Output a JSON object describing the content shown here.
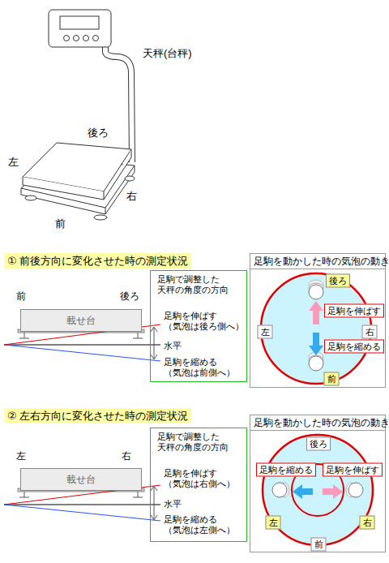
{
  "diagram": {
    "nodes": [
      {
        "text": [
          "① 前後方向に変化させた時の測定状況"
        ]
      },
      {
        "text": [
          "載せ台"
        ]
      },
      {
        "text": [
          "足駒で調整した 天秤の角度の方向",
          "足駒を伸ばす （気泡は後ろ側へ）",
          "水平",
          "足駒を縮める （気泡は前側へ）"
        ]
      },
      {
        "text": [
          "足駒を動かした時の気泡の動き"
        ]
      },
      {
        "text": [
          "後ろ"
        ],
        "in": 3
      },
      {
        "text": [
          "左"
        ],
        "in": 3
      },
      {
        "text": [
          "右"
        ],
        "in": 3
      },
      {
        "text": [
          "足駒を伸ばす"
        ],
        "in": 3
      },
      {
        "text": [
          "足駒を縮める"
        ],
        "in": 3
      },
      {
        "text": [
          "前"
        ],
        "in": 3
      },
      {
        "text": [
          "② 左右方向に変化させた時の測定状況"
        ]
      },
      {
        "text": [
          "載せ台"
        ]
      },
      {
        "text": [
          "足駒で調整した 天秤の角度の方向",
          "足駒を伸ばす （気泡は右側へ）",
          "水平",
          "足駒を縮める （気泡は左側へ）"
        ]
      },
      {
        "text": [
          "足駒を動かした時の気泡の動き"
        ]
      },
      {
        "text": [
          "後ろ"
        ],
        "in": 13
      },
      {
        "text": [
          "足駒を縮める"
        ],
        "in": 13
      },
      {
        "text": [
          "足駒を伸ばす"
        ],
        "in": 13
      },
      {
        "text": [
          "左"
        ],
        "in": 13
      },
      {
        "text": [
          "右"
        ],
        "in": 13
      },
      {
        "text": [
          "前"
        ],
        "in": 13
      }
    ],
    "labels": [
      "天秤(台秤)",
      "後ろ",
      "左",
      "右",
      "前",
      "前",
      "後ろ",
      "左",
      "右"
    ]
  }
}
